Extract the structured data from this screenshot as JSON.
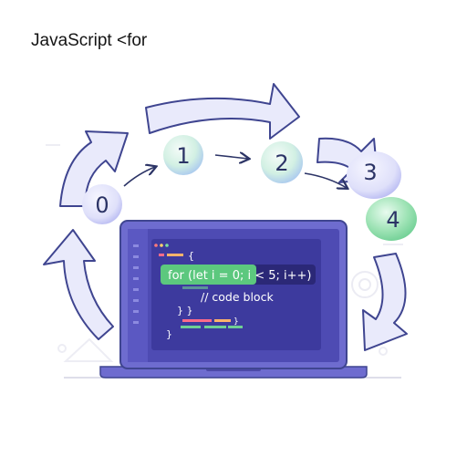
{
  "title": "JavaScript <for",
  "steps": [
    "0",
    "1",
    "2",
    "3",
    "4"
  ],
  "code": {
    "loop_header_highlight": "for (let i = 0; i",
    "loop_header_rest": " < 5; i++)",
    "comment": "// code block",
    "open_brace": "{",
    "close_braces": "} }",
    "final_brace": "}"
  },
  "colors": {
    "arrow_fill": "#e9eafb",
    "arrow_stroke": "#3f4590",
    "laptop_body": "#6e6ccf",
    "screen": "#4e4bb3",
    "highlight": "#5cc87e",
    "bubble_teal": "#d6f2e8",
    "bubble_blue": "#e2e3fa"
  },
  "icons": [
    "loop-arrow-icon",
    "laptop-icon",
    "code-editor-icon",
    "step-bubble-icon"
  ]
}
